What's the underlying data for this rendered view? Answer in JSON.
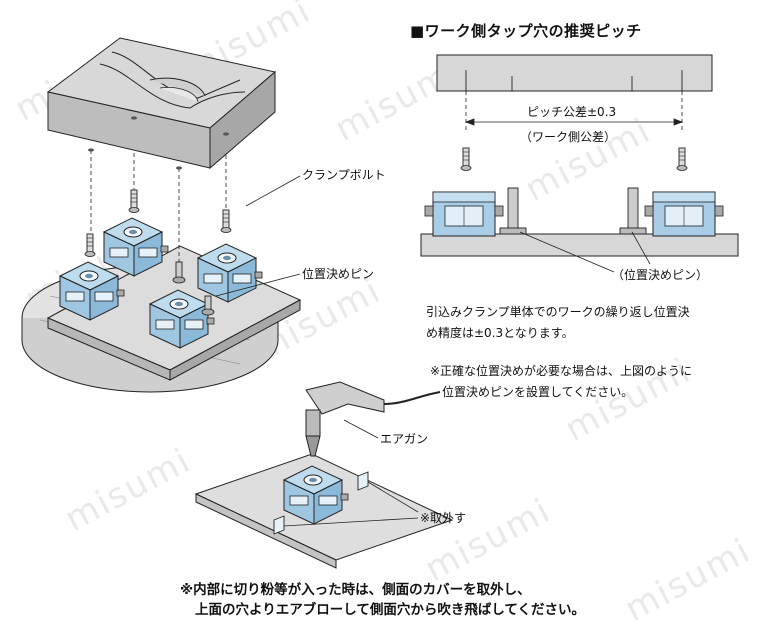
{
  "watermark": "misumi",
  "heading": "■ワーク側タップ穴の推奨ピッチ",
  "labels": {
    "clamp_bolt": "クランプボルト",
    "locating_pin_left": "位置決めピン",
    "pitch_tolerance": "ピッチ公差±0.3",
    "workpiece_tolerance": "（ワーク側公差）",
    "locating_pin_right": "（位置決めピン）",
    "air_gun": "エアガン",
    "remove": "※取外す"
  },
  "notes": {
    "repeat_accuracy_line1": "引込みクランプ単体でのワークの繰り返し位置決",
    "repeat_accuracy_line2": "め精度は±0.3となります。",
    "pin_note_line1": "※正確な位置決めが必要な場合は、上図のように",
    "pin_note_line2": "位置決めピンを設置してください。"
  },
  "bottom_note": {
    "line1": "※内部に切り粉等が入った時は、側面のカバーを取外し、",
    "line2": "上面の穴よりエアブローして側面穴から吹き飛ばしてください。"
  },
  "colors": {
    "clamp_blue": "#a9cde6",
    "gray_body": "#d4d4d4",
    "dark_gray": "#9a9a9a",
    "line": "#222222"
  }
}
